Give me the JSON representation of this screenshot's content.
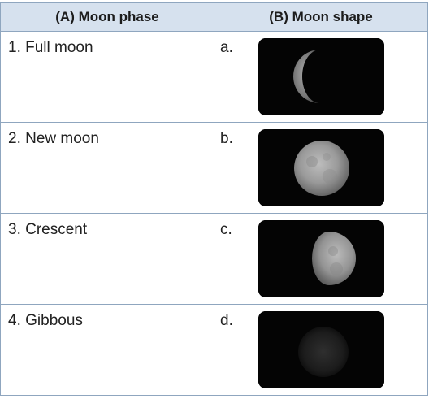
{
  "header": {
    "col_a": "(A) Moon phase",
    "col_b": "(B) Moon shape"
  },
  "rows": [
    {
      "phase": "1. Full moon",
      "letter": "a.",
      "shape_icon": "waxing-crescent-moon-icon"
    },
    {
      "phase": "2. New moon",
      "letter": "b.",
      "shape_icon": "full-moon-icon"
    },
    {
      "phase": "3. Crescent",
      "letter": "c.",
      "shape_icon": "gibbous-moon-icon"
    },
    {
      "phase": "4. Gibbous",
      "letter": "d.",
      "shape_icon": "new-moon-icon"
    }
  ],
  "colors": {
    "header_bg": "#d6e1ee",
    "border": "#8fa6bf",
    "photo_bg": "#040404"
  }
}
